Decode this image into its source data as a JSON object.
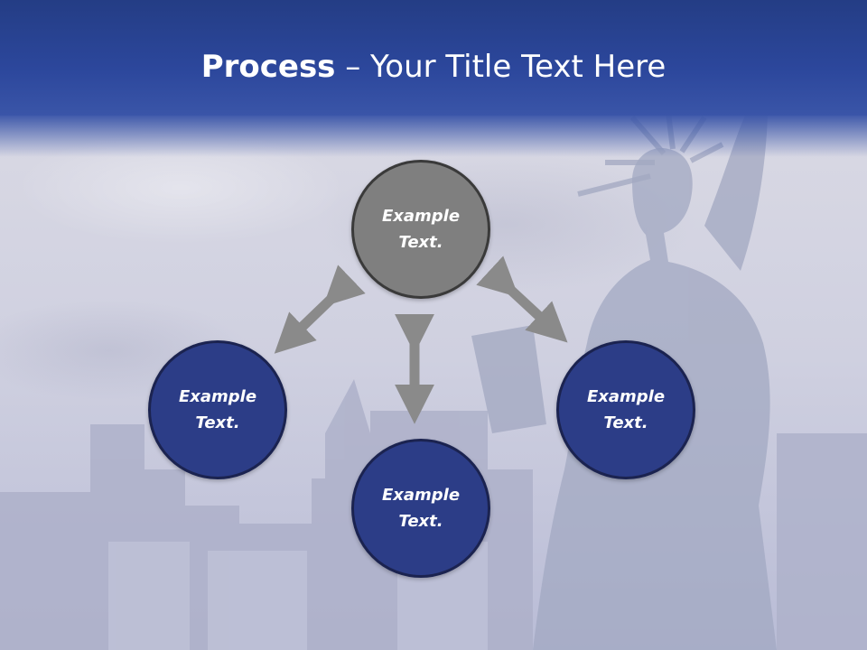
{
  "slide": {
    "title_strong": "Process",
    "title_rest": " – Your Title Text Here"
  },
  "nodes": {
    "top": {
      "line1": "Example",
      "line2": "Text."
    },
    "left": {
      "line1": "Example",
      "line2": "Text."
    },
    "bottom": {
      "line1": "Example",
      "line2": "Text."
    },
    "right": {
      "line1": "Example",
      "line2": "Text."
    }
  },
  "colors": {
    "header": "#2c479c",
    "node_gray": "#7f7f7f",
    "node_blue": "#2c3d87",
    "arrow": "#8a8a8a"
  }
}
